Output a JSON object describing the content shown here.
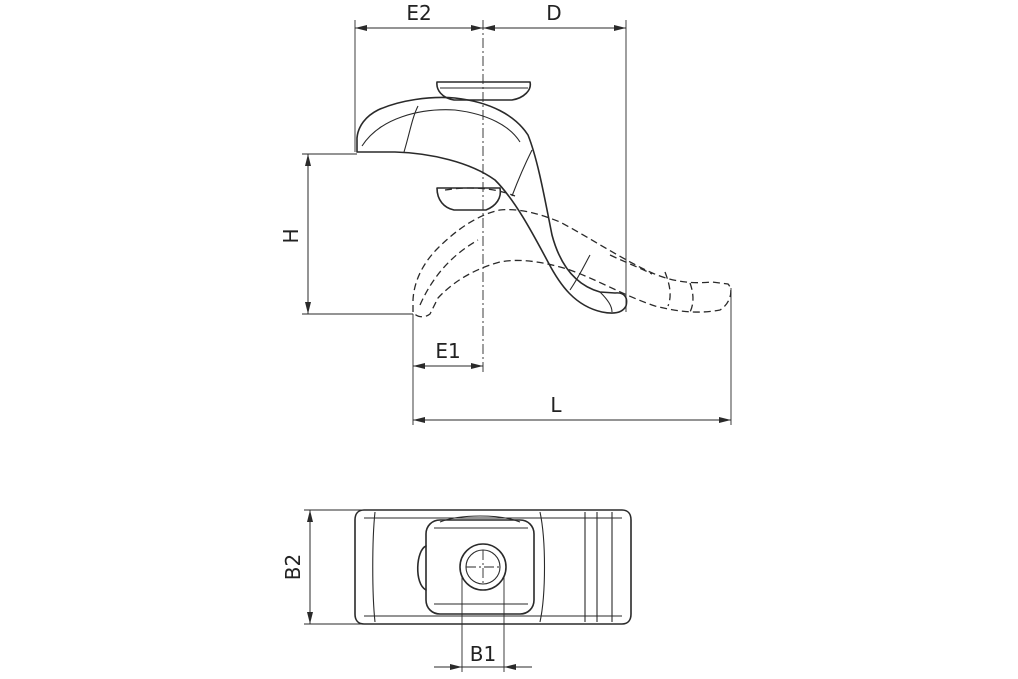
{
  "dimensions": {
    "E2": "E2",
    "D": "D",
    "H": "H",
    "E1": "E1",
    "L": "L",
    "B2": "B2",
    "B1": "B1"
  },
  "colors": {
    "line": "#2a2a2a",
    "background": "#ffffff"
  }
}
